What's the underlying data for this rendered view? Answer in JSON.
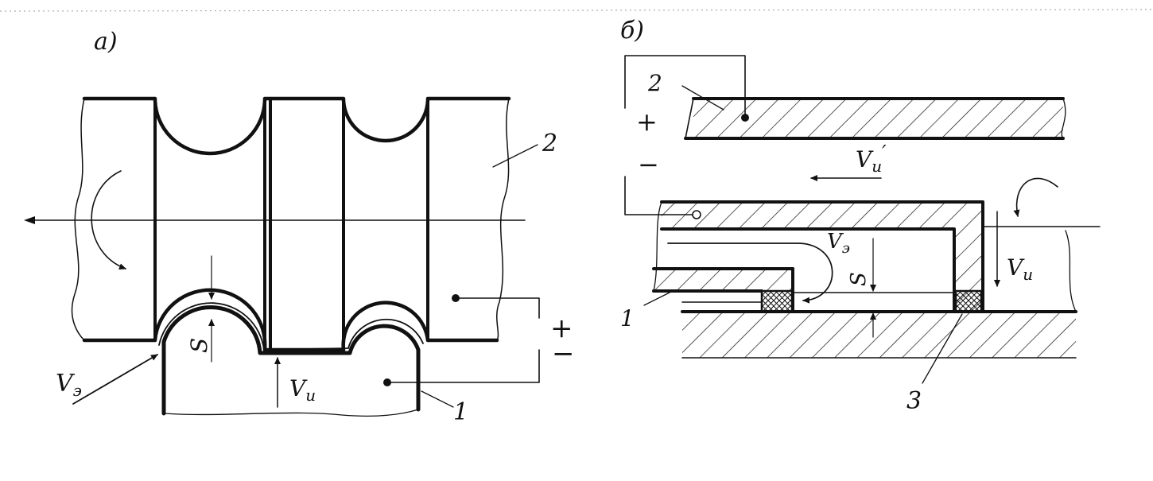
{
  "panel_a": {
    "tag": "а)",
    "tool_label": "2",
    "workpiece_label": "1",
    "plus": "+",
    "minus": "−",
    "gap": "S",
    "v_e": "V",
    "v_e_sub": "э",
    "v_u": "V",
    "v_u_sub": "и"
  },
  "panel_b": {
    "tag": "б)",
    "tool_label": "2",
    "workpiece_label": "1",
    "seal_label": "3",
    "plus": "+",
    "minus": "−",
    "gap": "S",
    "v_e": "V",
    "v_e_sub": "э",
    "v_u_prime": "V",
    "v_u_prime_sub": "и",
    "v_u_prime_mark": "′",
    "v_u": "V",
    "v_u_sub": "и"
  },
  "colors": {
    "ink": "#111111",
    "paper": "#ffffff"
  }
}
